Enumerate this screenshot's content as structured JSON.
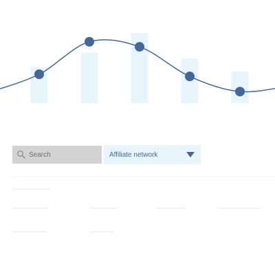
{
  "chart_data": {
    "type": "bar",
    "categories": [
      "",
      "",
      "",
      "",
      ""
    ],
    "series": [
      {
        "values": [
          50,
          70,
          97,
          62,
          44
        ]
      },
      {
        "values": [
          40,
          85,
          78,
          37,
          16
        ]
      }
    ],
    "title": "",
    "xlabel": "",
    "ylabel": "",
    "ylim": [
      0,
      100
    ],
    "grid": false,
    "colors": {
      "bars": "#e8f5fd",
      "line": "#44679a"
    }
  },
  "filters": {
    "search_placeholder": "Search",
    "network_select": "Affiliate network"
  },
  "colors": {
    "accent": "#44679a",
    "select_background": "#e8f5fd",
    "search_background": "#d3d3d3"
  }
}
